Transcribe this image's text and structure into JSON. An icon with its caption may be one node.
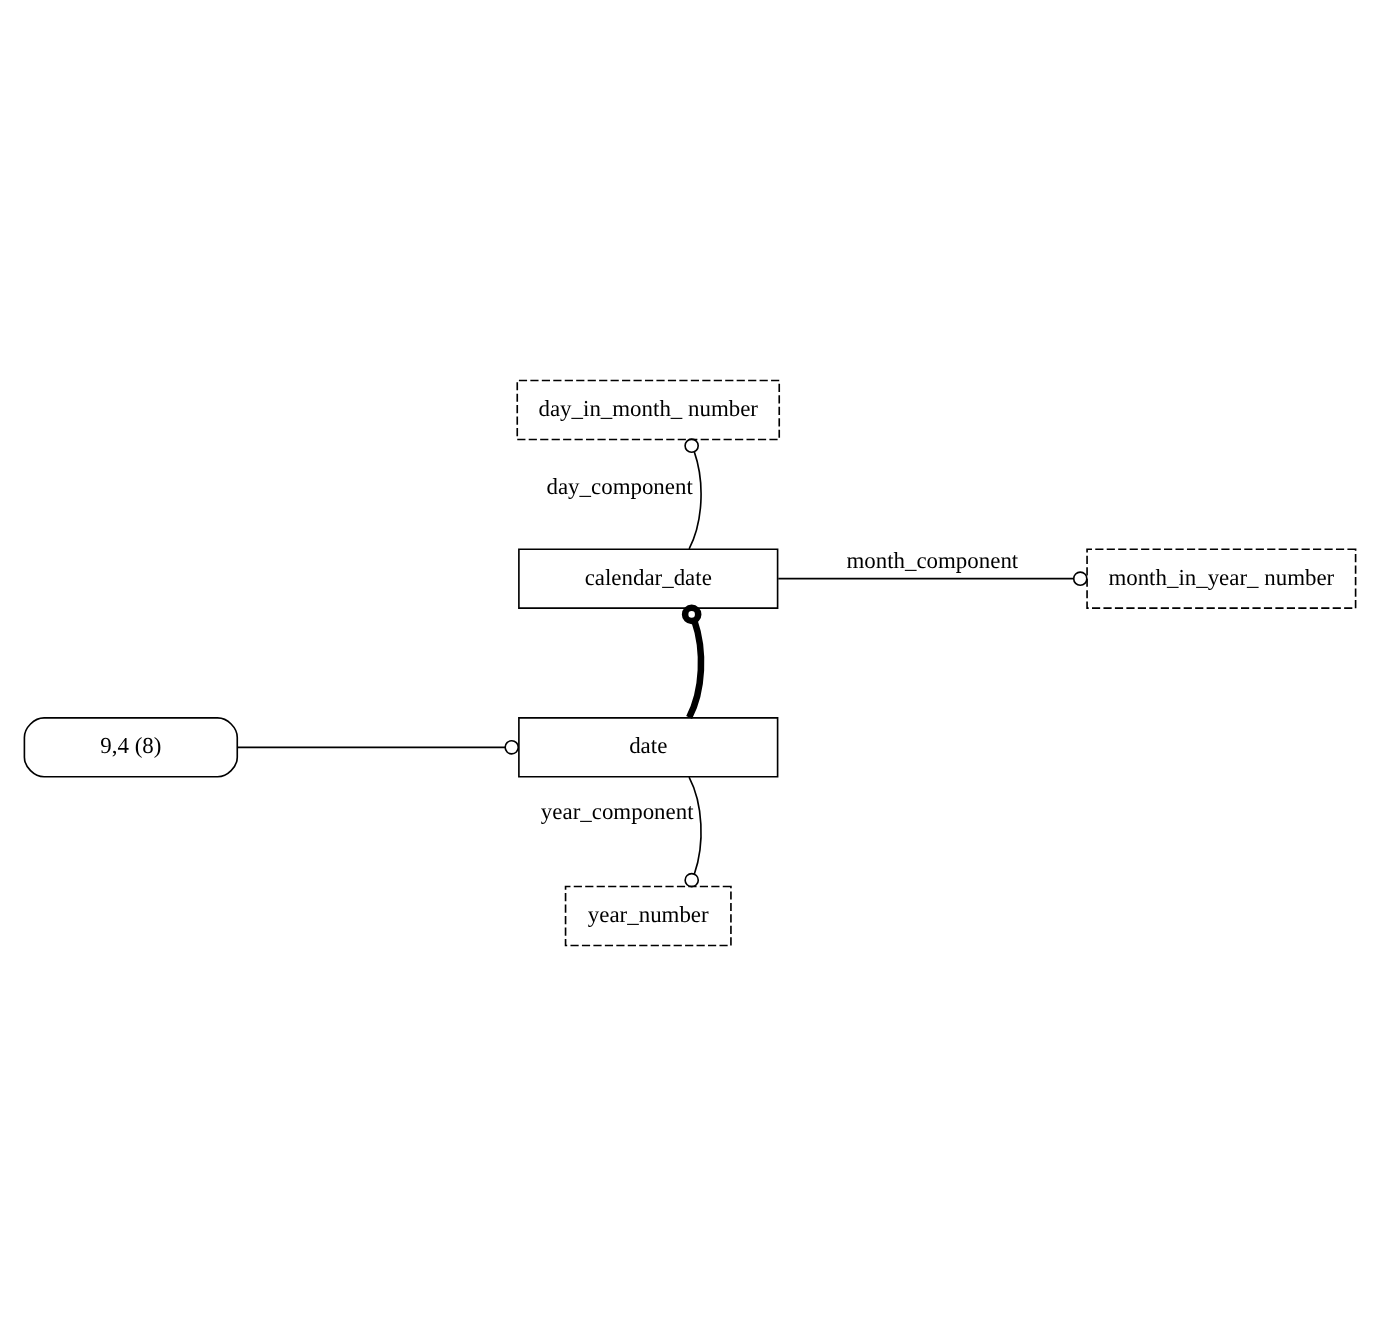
{
  "diagram": {
    "nodes": [
      {
        "text": [
          "day_in_month_ number"
        ]
      },
      {
        "text": [
          "calendar_date"
        ]
      },
      {
        "text": [
          "month_in_year_ number"
        ]
      },
      {
        "text": [
          "date"
        ]
      },
      {
        "text": [
          "9,4 (8)"
        ]
      },
      {
        "text": [
          "year_number"
        ]
      }
    ],
    "edges": [
      {
        "from": 1,
        "to": 0,
        "arrow": "other",
        "label": "day_component"
      },
      {
        "from": 1,
        "to": 2,
        "arrow": "other",
        "label": "month_component"
      },
      {
        "from": 3,
        "to": 1,
        "arrow": "other",
        "style": "thick"
      },
      {
        "from": 4,
        "to": 3,
        "arrow": "other"
      },
      {
        "from": 3,
        "to": 5,
        "arrow": "other",
        "label": "year_component"
      }
    ]
  }
}
